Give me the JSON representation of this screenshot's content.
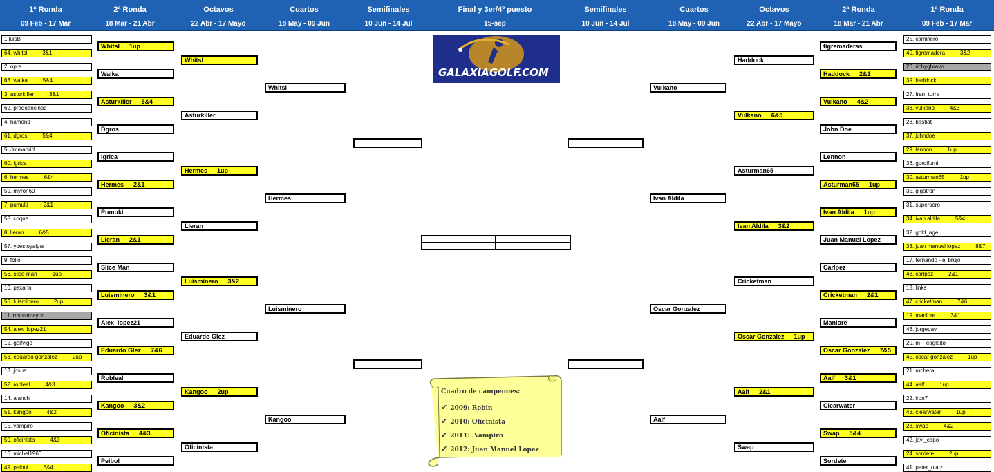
{
  "header": {
    "rounds": [
      "1ª Ronda",
      "2ª Ronda",
      "Octavos",
      "Cuartos",
      "Semifinales",
      "Final y 3er/4º puesto",
      "Semifinales",
      "Cuartos",
      "Octavos",
      "2ª Ronda",
      "1ª Ronda"
    ],
    "dates": [
      "09 Feb - 17 Mar",
      "18 Mar - 21 Abr",
      "22 Abr - 17 Mayo",
      "18 May - 09 Jun",
      "10 Jun - 14 Jul",
      "15-sep",
      "10 Jun - 14 Jul",
      "18 May - 09 Jun",
      "22 Abr - 17 Mayo",
      "18 Mar - 21 Abr",
      "09 Feb - 17 Mar"
    ]
  },
  "colors": {
    "header_bg": "#1f62b3",
    "winner": "#ffff22",
    "bye": "#a8a8a8"
  },
  "logo": {
    "text": "GALAXIAGOLF.COM"
  },
  "left_r1": [
    {
      "name": "1.luisB",
      "res": "",
      "s": "w"
    },
    {
      "name": "64. whitsl",
      "res": "3&1",
      "s": "y"
    },
    {
      "name": "2. opre",
      "res": "",
      "s": "w"
    },
    {
      "name": "63. walka",
      "res": "5&4",
      "s": "y"
    },
    {
      "name": "3. asturkiller",
      "res": "3&1",
      "s": "y"
    },
    {
      "name": "62. pradoencinas",
      "res": "",
      "s": "w"
    },
    {
      "name": "4. hamond",
      "res": "",
      "s": "w"
    },
    {
      "name": "61. dgros",
      "res": "5&4",
      "s": "y"
    },
    {
      "name": "5. Jmmadrid",
      "res": "",
      "s": "w"
    },
    {
      "name": "60. igrica",
      "res": "",
      "s": "y"
    },
    {
      "name": "6. hermes",
      "res": "6&4",
      "s": "y"
    },
    {
      "name": "59. myron69",
      "res": "",
      "s": "w"
    },
    {
      "name": "7. pumuki",
      "res": "2&1",
      "s": "y"
    },
    {
      "name": "58. coque",
      "res": "",
      "s": "w"
    },
    {
      "name": "8. lleran",
      "res": "6&5",
      "s": "y"
    },
    {
      "name": "57. yoestoyalpar",
      "res": "",
      "s": "w"
    },
    {
      "name": "9. folio",
      "res": "",
      "s": "w"
    },
    {
      "name": "56. slice-man",
      "res": "1up",
      "s": "y"
    },
    {
      "name": "10. paxarin",
      "res": "",
      "s": "w"
    },
    {
      "name": "55. luisminero",
      "res": "2up",
      "s": "y"
    },
    {
      "name": "11. msotomayor",
      "res": "",
      "s": "g"
    },
    {
      "name": "54. alex_lopez21",
      "res": "",
      "s": "y"
    },
    {
      "name": "12. golfvigo",
      "res": "",
      "s": "w"
    },
    {
      "name": "53. eduardo gonzalez",
      "res": "2up",
      "s": "y"
    },
    {
      "name": "13. josua",
      "res": "",
      "s": "w"
    },
    {
      "name": "52. robleal",
      "res": "4&3",
      "s": "y"
    },
    {
      "name": "14. alanch",
      "res": "",
      "s": "w"
    },
    {
      "name": "51. kangoo",
      "res": "4&2",
      "s": "y"
    },
    {
      "name": "15. vampiro",
      "res": "",
      "s": "w"
    },
    {
      "name": "50. oficinista",
      "res": "4&3",
      "s": "y"
    },
    {
      "name": "16. michel1960",
      "res": "",
      "s": "w"
    },
    {
      "name": "49. peibol",
      "res": "5&4",
      "s": "y"
    }
  ],
  "left_r2": [
    {
      "name": "Whitsl",
      "res": "1up",
      "s": "y"
    },
    {
      "name": "Walka",
      "res": "",
      "s": "w"
    },
    {
      "name": "Asturkiller",
      "res": "5&4",
      "s": "y"
    },
    {
      "name": "Dgros",
      "res": "",
      "s": "w"
    },
    {
      "name": "Igrica",
      "res": "",
      "s": "w"
    },
    {
      "name": "Hermes",
      "res": "2&1",
      "s": "y"
    },
    {
      "name": "Pumuki",
      "res": "",
      "s": "w"
    },
    {
      "name": "Lleran",
      "res": "2&1",
      "s": "y"
    },
    {
      "name": "Slice Man",
      "res": "",
      "s": "w"
    },
    {
      "name": "Luisminero",
      "res": "3&1",
      "s": "y"
    },
    {
      "name": "Alex_lopez21",
      "res": "",
      "s": "w"
    },
    {
      "name": "Eduardo Glez",
      "res": "7&6",
      "s": "y"
    },
    {
      "name": "Robleal",
      "res": "",
      "s": "w"
    },
    {
      "name": "Kangoo",
      "res": "3&2",
      "s": "y"
    },
    {
      "name": "Oficinista",
      "res": "4&3",
      "s": "y"
    },
    {
      "name": "Peibol",
      "res": "",
      "s": "w"
    }
  ],
  "left_oct": [
    {
      "name": "Whitsl",
      "res": "",
      "s": "y"
    },
    {
      "name": "Asturkiller",
      "res": "",
      "s": "w"
    },
    {
      "name": "Hermes",
      "res": "1up",
      "s": "y"
    },
    {
      "name": "Lleran",
      "res": "",
      "s": "w"
    },
    {
      "name": "Luisminero",
      "res": "3&2",
      "s": "y"
    },
    {
      "name": "Eduardo Glez",
      "res": "",
      "s": "w"
    },
    {
      "name": "Kangoo",
      "res": "2up",
      "s": "y"
    },
    {
      "name": "Oficinista",
      "res": "",
      "s": "w"
    }
  ],
  "left_qf": [
    {
      "name": "Whitsl",
      "res": "",
      "s": "w"
    },
    {
      "name": "Hermes",
      "res": "",
      "s": "w"
    },
    {
      "name": "Luisminero",
      "res": "",
      "s": "w"
    },
    {
      "name": "Kangoo",
      "res": "",
      "s": "w"
    }
  ],
  "right_r1": [
    {
      "name": "25. caminero",
      "res": "",
      "s": "w"
    },
    {
      "name": "40. tigremadera",
      "res": "3&2",
      "s": "y"
    },
    {
      "name": "26. richygbravo",
      "res": "",
      "s": "g"
    },
    {
      "name": "39. haddock",
      "res": "",
      "s": "y"
    },
    {
      "name": "27. fran_turre",
      "res": "",
      "s": "w"
    },
    {
      "name": "38. vulkano",
      "res": "4&3",
      "s": "y"
    },
    {
      "name": "28. bastiat",
      "res": "",
      "s": "w"
    },
    {
      "name": "37. johndoe",
      "res": "",
      "s": "y"
    },
    {
      "name": "29. lennon",
      "res": "1up",
      "s": "y"
    },
    {
      "name": "36. gordifumi",
      "res": "",
      "s": "w"
    },
    {
      "name": "30. asturman65",
      "res": "1up",
      "s": "y"
    },
    {
      "name": "35. gigatron",
      "res": "",
      "s": "w"
    },
    {
      "name": "31. supersoro",
      "res": "",
      "s": "w"
    },
    {
      "name": "34. ivan aldila",
      "res": "5&4",
      "s": "y"
    },
    {
      "name": "32. gold_age",
      "res": "",
      "s": "w"
    },
    {
      "name": "33. juan manuel lopez",
      "res": "8&7",
      "s": "y"
    },
    {
      "name": "17. fernando - el brujo",
      "res": "",
      "s": "w"
    },
    {
      "name": "48. carlpez",
      "res": "2&1",
      "s": "y"
    },
    {
      "name": "18. links",
      "res": "",
      "s": "w"
    },
    {
      "name": "47. cricketman",
      "res": "7&6",
      "s": "y"
    },
    {
      "name": "19. manlore",
      "res": "3&1",
      "s": "y"
    },
    {
      "name": "46. jorgedav",
      "res": "",
      "s": "w"
    },
    {
      "name": "20. m__eagleito",
      "res": "",
      "s": "w"
    },
    {
      "name": "45. oscar gonzalez",
      "res": "1up",
      "s": "y"
    },
    {
      "name": "21. rochera",
      "res": "",
      "s": "w"
    },
    {
      "name": "44. aalf",
      "res": "1up",
      "s": "y"
    },
    {
      "name": "22. iron7",
      "res": "",
      "s": "w"
    },
    {
      "name": "43. clearwater",
      "res": "1up",
      "s": "y"
    },
    {
      "name": "23. swap",
      "res": "4&2",
      "s": "y"
    },
    {
      "name": "42. javi_capo",
      "res": "",
      "s": "w"
    },
    {
      "name": "24. sordete",
      "res": "2up",
      "s": "y"
    },
    {
      "name": "41. peter_olatz",
      "res": "",
      "s": "w"
    }
  ],
  "right_r2": [
    {
      "name": "tigremaderas",
      "res": "",
      "s": "w"
    },
    {
      "name": "Haddock",
      "res": "2&1",
      "s": "y"
    },
    {
      "name": "Vulkano",
      "res": "4&2",
      "s": "y"
    },
    {
      "name": "John Doe",
      "res": "",
      "s": "w"
    },
    {
      "name": "Lennon",
      "res": "",
      "s": "w"
    },
    {
      "name": "Asturman65",
      "res": "1up",
      "s": "y"
    },
    {
      "name": "Ivan Aldila",
      "res": "1up",
      "s": "y"
    },
    {
      "name": "Juan Manuel Lopez",
      "res": "",
      "s": "w"
    },
    {
      "name": "Carlpez",
      "res": "",
      "s": "w"
    },
    {
      "name": "Cricketman",
      "res": "2&1",
      "s": "y"
    },
    {
      "name": "Manlore",
      "res": "",
      "s": "w"
    },
    {
      "name": "Oscar Gonzalez",
      "res": "7&5",
      "s": "y"
    },
    {
      "name": "Aalf",
      "res": "3&1",
      "s": "y"
    },
    {
      "name": "Clearwater",
      "res": "",
      "s": "w"
    },
    {
      "name": "Swap",
      "res": "5&4",
      "s": "y"
    },
    {
      "name": "Sordete",
      "res": "",
      "s": "w"
    }
  ],
  "right_oct": [
    {
      "name": "Haddock",
      "res": "",
      "s": "w"
    },
    {
      "name": "Vulkano",
      "res": "6&5",
      "s": "y"
    },
    {
      "name": "Asturman65",
      "res": "",
      "s": "w"
    },
    {
      "name": "Ivan Aldila",
      "res": "3&2",
      "s": "y"
    },
    {
      "name": "Cricketman",
      "res": "",
      "s": "w"
    },
    {
      "name": "Oscar Gonzalez",
      "res": "1up",
      "s": "y"
    },
    {
      "name": "Aalf",
      "res": "2&1",
      "s": "y"
    },
    {
      "name": "Swap",
      "res": "",
      "s": "w"
    }
  ],
  "right_qf": [
    {
      "name": "Vulkano",
      "res": "",
      "s": "w"
    },
    {
      "name": "Ivan Aldila",
      "res": "",
      "s": "w"
    },
    {
      "name": "Oscar Gonzalez",
      "res": "",
      "s": "w"
    },
    {
      "name": "Aalf",
      "res": "",
      "s": "w"
    }
  ],
  "champions": {
    "title": "Cuadro de campeones:",
    "items": [
      "2009: Robin",
      "2010: Oficinista",
      "2011: .Vampiro",
      "2012: Juan Manuel Lopez"
    ]
  }
}
